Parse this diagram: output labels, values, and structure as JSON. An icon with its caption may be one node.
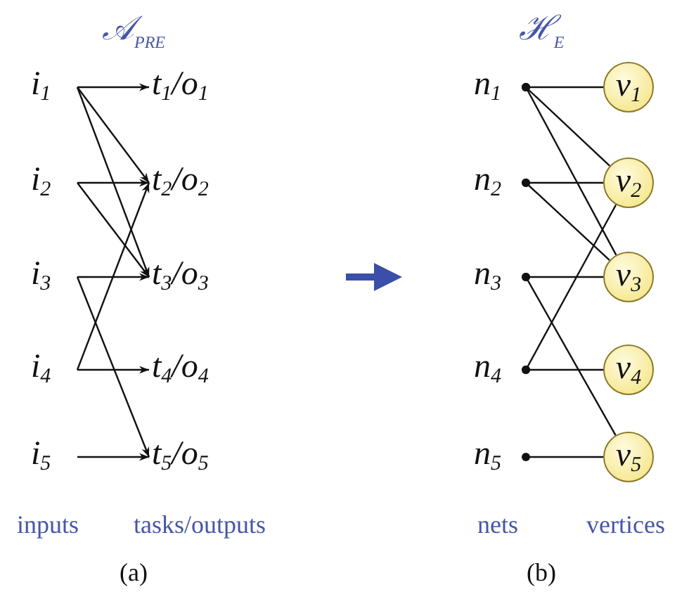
{
  "diagram": {
    "nodes": [
      {
        "text": [
          "i$_{1}$"
        ]
      },
      {
        "text": [
          "i$_{2}$"
        ]
      },
      {
        "text": [
          "i$_{3}$"
        ]
      },
      {
        "text": [
          "i$_{4}$"
        ]
      },
      {
        "text": [
          "i$_{5}$"
        ]
      },
      {
        "text": [
          "t$_{1}$/o$_{1}$"
        ]
      },
      {
        "text": [
          "t$_{2}$/o$_{2}$"
        ]
      },
      {
        "text": [
          "t$_{3}$/o$_{3}$"
        ]
      },
      {
        "text": [
          "t$_{4}$/o$_{4}$"
        ]
      },
      {
        "text": [
          "t$_{5}$/o$_{5}$"
        ]
      },
      {
        "text": [
          "n$_{1}$"
        ]
      },
      {
        "text": [
          "n$_{2}$"
        ]
      },
      {
        "text": [
          "n$_{3}$"
        ]
      },
      {
        "text": [
          "n$_{4}$"
        ]
      },
      {
        "text": [
          "n$_{5}$"
        ]
      },
      {
        "text": [
          "v$_{1}$"
        ]
      },
      {
        "text": [
          "v$_{2}$"
        ]
      },
      {
        "text": [
          "v$_{3}$"
        ]
      },
      {
        "text": [
          "v$_{4}$"
        ]
      },
      {
        "text": [
          "v$_{5}$"
        ]
      }
    ],
    "edges": [
      {
        "from": 0,
        "to": 5,
        "arrow": "to"
      },
      {
        "from": 0,
        "to": 6,
        "arrow": "to"
      },
      {
        "from": 0,
        "to": 7,
        "arrow": "to"
      },
      {
        "from": 1,
        "to": 6,
        "arrow": "to"
      },
      {
        "from": 1,
        "to": 7,
        "arrow": "to"
      },
      {
        "from": 2,
        "to": 7,
        "arrow": "to"
      },
      {
        "from": 2,
        "to": 9,
        "arrow": "to"
      },
      {
        "from": 3,
        "to": 6,
        "arrow": "to"
      },
      {
        "from": 3,
        "to": 8,
        "arrow": "to"
      },
      {
        "from": 4,
        "to": 9,
        "arrow": "to"
      },
      {
        "from": 10,
        "to": 15,
        "arrow": "other"
      },
      {
        "from": 10,
        "to": 16,
        "arrow": "other"
      },
      {
        "from": 10,
        "to": 17,
        "arrow": "other"
      },
      {
        "from": 11,
        "to": 16,
        "arrow": "other"
      },
      {
        "from": 11,
        "to": 17,
        "arrow": "other"
      },
      {
        "from": 12,
        "to": 17,
        "arrow": "other"
      },
      {
        "from": 12,
        "to": 19,
        "arrow": "other"
      },
      {
        "from": 13,
        "to": 16,
        "arrow": "other"
      },
      {
        "from": 13,
        "to": 18,
        "arrow": "other"
      },
      {
        "from": 14,
        "to": 19,
        "arrow": "other"
      }
    ],
    "labels": [
      "𝒜$_{PRE}$",
      "ℋ$_{E}$",
      "inputs",
      "tasks/outputs",
      "(a)",
      "nets",
      "vertices",
      "(b)"
    ]
  }
}
